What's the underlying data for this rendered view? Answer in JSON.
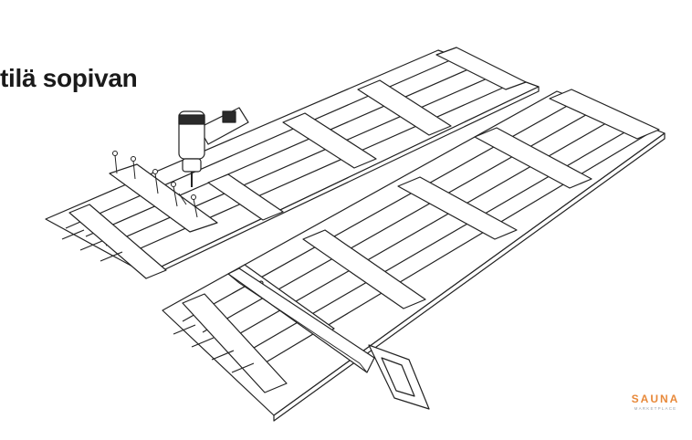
{
  "heading": {
    "text": "tilä sopivan"
  },
  "logo": {
    "main": "SAUNA",
    "sub": "MARKETPLACE",
    "accent_color": "#e8893a",
    "sub_color": "#9aa3ad"
  },
  "illustration": {
    "line_color": "#222222",
    "fill_color": "#ffffff",
    "tools": [
      "drill-icon",
      "saw-icon",
      "screw-icon"
    ]
  }
}
